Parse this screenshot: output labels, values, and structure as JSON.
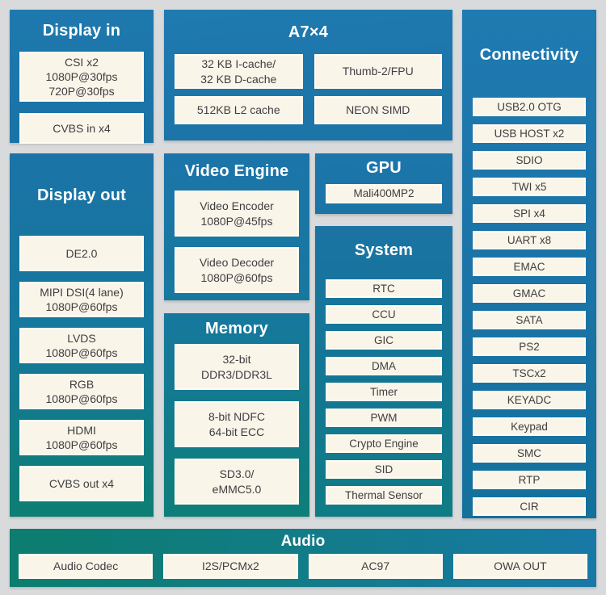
{
  "palette": {
    "page-bg": "#d9dadb",
    "blue-top": "#1f7ab0",
    "blue": "#1b74a8",
    "blue-deep": "#13719c",
    "teal": "#0d7e73",
    "teal-green": "#0c7d6e",
    "system-teal": "#0f7c85",
    "box-bg": "#faf5e9",
    "box-text": "#3f3e41",
    "title-text": "#ffffff"
  },
  "blocks": {
    "display_in": {
      "title": "Display in",
      "items": [
        "CSI x2\n1080P@30fps\n720P@30fps",
        "CVBS in x4"
      ]
    },
    "a7": {
      "title": "A7×4",
      "items": [
        "32 KB I-cache/\n32 KB D-cache",
        "Thumb-2/FPU",
        "512KB L2 cache",
        "NEON SIMD"
      ]
    },
    "connectivity": {
      "title": "Connectivity",
      "items": [
        "USB2.0 OTG",
        "USB HOST x2",
        "SDIO",
        "TWI x5",
        "SPI x4",
        "UART x8",
        "EMAC",
        "GMAC",
        "SATA",
        "PS2",
        "TSCx2",
        "KEYADC",
        "Keypad",
        "SMC",
        "RTP",
        "CIR"
      ]
    },
    "display_out": {
      "title": "Display out",
      "items": [
        "DE2.0",
        "MIPI DSI(4 lane)\n1080P@60fps",
        "LVDS\n1080P@60fps",
        "RGB\n1080P@60fps",
        "HDMI\n1080P@60fps",
        "CVBS out x4"
      ]
    },
    "video_engine": {
      "title": "Video Engine",
      "items": [
        "Video Encoder\n1080P@45fps",
        "Video Decoder\n1080P@60fps"
      ]
    },
    "memory": {
      "title": "Memory",
      "items": [
        "32-bit\nDDR3/DDR3L",
        "8-bit NDFC\n64-bit ECC",
        "SD3.0/\neMMC5.0"
      ]
    },
    "gpu": {
      "title": "GPU",
      "items": [
        "Mali400MP2"
      ]
    },
    "system": {
      "title": "System",
      "items": [
        "RTC",
        "CCU",
        "GIC",
        "DMA",
        "Timer",
        "PWM",
        "Crypto Engine",
        "SID",
        "Thermal Sensor"
      ]
    },
    "audio": {
      "title": "Audio",
      "items": [
        "Audio Codec",
        "I2S/PCMx2",
        "AC97",
        "OWA OUT"
      ]
    }
  }
}
